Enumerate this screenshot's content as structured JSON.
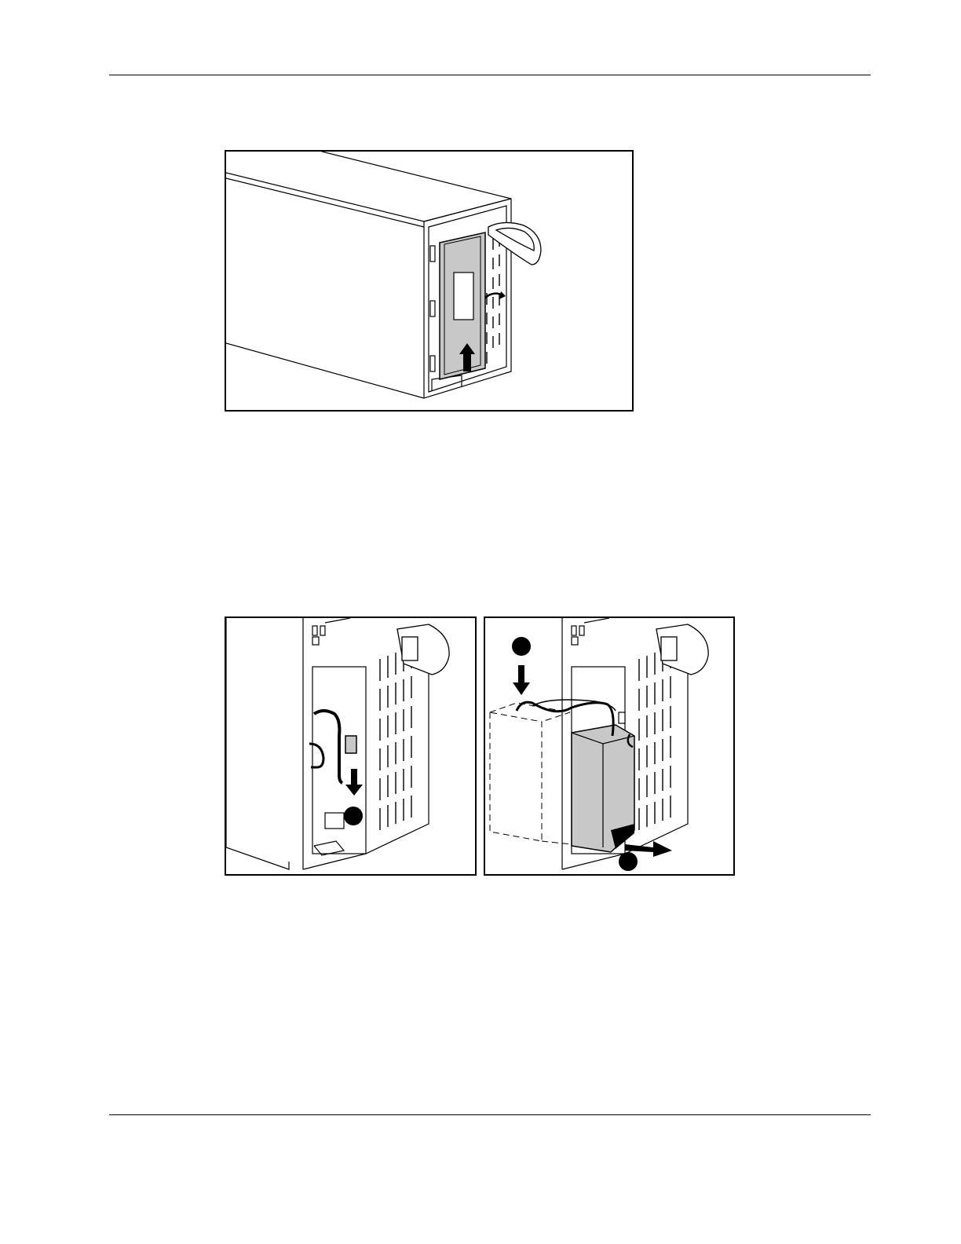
{
  "page": {
    "header_rule": true,
    "footer_rule": true
  },
  "figures": [
    {
      "id": "figure-1",
      "content": "illustration",
      "callouts": []
    },
    {
      "id": "figure-2a",
      "content": "illustration",
      "callouts": []
    },
    {
      "id": "figure-2b",
      "content": "illustration",
      "callouts": []
    }
  ],
  "colors": {
    "line": "#000000",
    "panel_fill": "#c8c8c8",
    "background": "#ffffff"
  }
}
